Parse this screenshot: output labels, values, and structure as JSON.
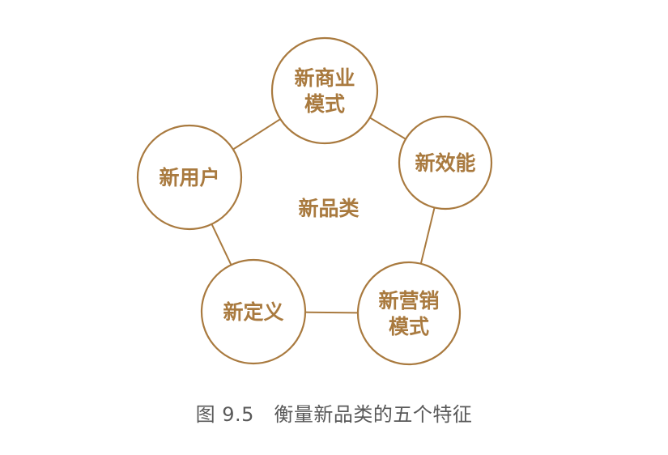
{
  "diagram": {
    "center_label": "新品类",
    "stroke_color": "#a97a3f",
    "text_color": "#a97a3f",
    "nodes": [
      {
        "id": "business-model",
        "lines": [
          "新商业",
          "模式"
        ]
      },
      {
        "id": "efficiency",
        "lines": [
          "新效能"
        ]
      },
      {
        "id": "marketing-model",
        "lines": [
          "新营销",
          "模式"
        ]
      },
      {
        "id": "definition",
        "lines": [
          "新定义"
        ]
      },
      {
        "id": "users",
        "lines": [
          "新用户"
        ]
      }
    ],
    "edges": [
      [
        "business-model",
        "efficiency"
      ],
      [
        "efficiency",
        "marketing-model"
      ],
      [
        "marketing-model",
        "definition"
      ],
      [
        "definition",
        "users"
      ],
      [
        "users",
        "business-model"
      ]
    ]
  },
  "caption": {
    "figure_number": "图 9.5",
    "title": "衡量新品类的五个特征"
  }
}
